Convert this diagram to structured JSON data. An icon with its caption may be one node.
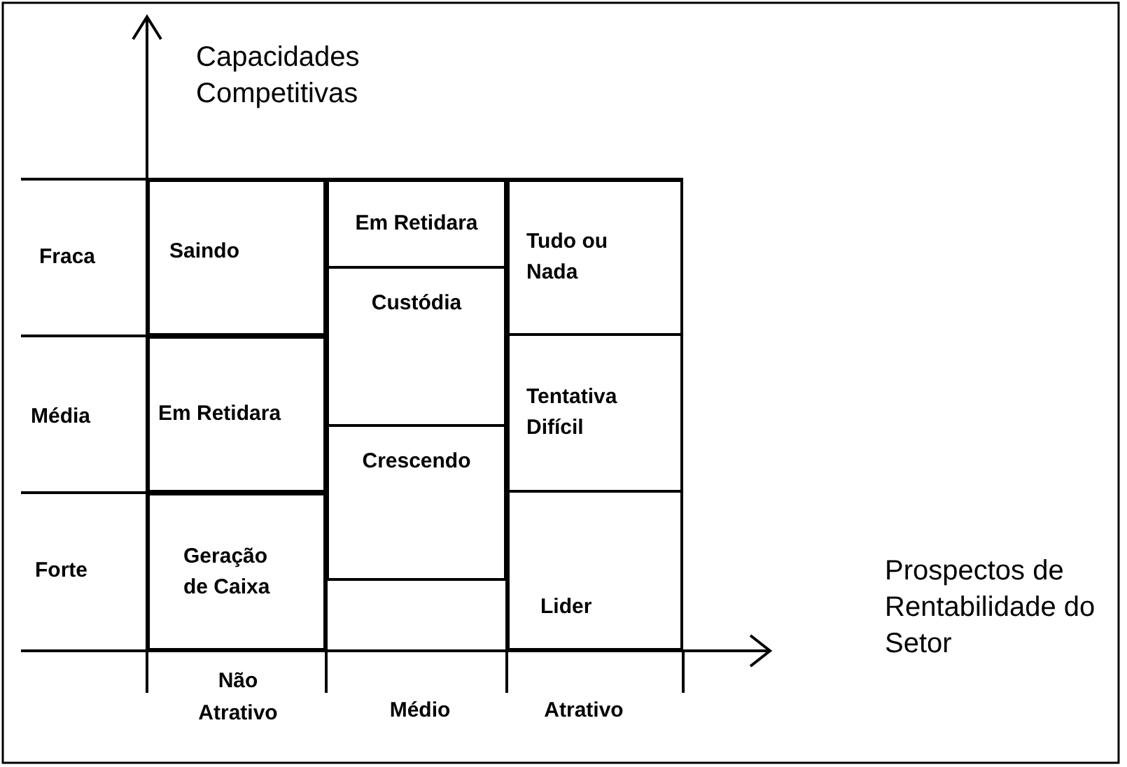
{
  "diagram": {
    "nodes": [
      {
        "text": [
          "Saindo"
        ]
      },
      {
        "text": [
          "Em Retidara"
        ]
      },
      {
        "text": [
          "Geração de Caixa"
        ]
      },
      {
        "text": [
          "Em Retidara"
        ]
      },
      {
        "text": [
          "Custódia"
        ]
      },
      {
        "text": [
          "Crescendo"
        ]
      },
      {
        "text": [
          "Tudo ou Nada"
        ]
      },
      {
        "text": [
          "Tentativa Difícil"
        ]
      },
      {
        "text": [
          "Lider"
        ]
      }
    ],
    "labels": [
      "Capacidades Competitivas",
      "Fraca",
      "Média",
      "Forte",
      "Prospectos de Rentabilidade do Setor",
      "Não Atrativo",
      "Médio",
      "Atrativo"
    ]
  }
}
